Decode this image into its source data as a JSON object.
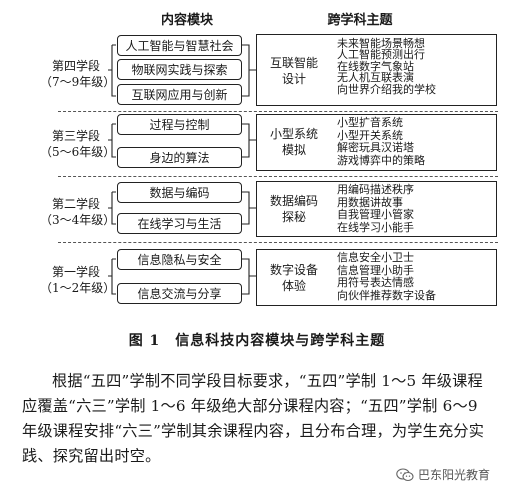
{
  "headers": {
    "modules": "内容模块",
    "themes": "跨学科主题"
  },
  "stages": [
    {
      "name": "第四学段",
      "grades": "（7～9年级）",
      "modules": [
        "人工智能与智慧社会",
        "物联网实践与探索",
        "互联网应用与创新"
      ],
      "theme_name": [
        "互联智能",
        "设计"
      ],
      "themes": [
        "未来智能场景畅想",
        "人工智能预测出行",
        "在线数字气象站",
        "无人机互联表演",
        "向世界介绍我的学校"
      ]
    },
    {
      "name": "第三学段",
      "grades": "（5～6年级）",
      "modules": [
        "过程与控制",
        "身边的算法"
      ],
      "theme_name": [
        "小型系统",
        "模拟"
      ],
      "themes": [
        "小型扩音系统",
        "小型开关系统",
        "解密玩具汉诺塔",
        "游戏博弈中的策略"
      ]
    },
    {
      "name": "第二学段",
      "grades": "（3～4年级）",
      "modules": [
        "数据与编码",
        "在线学习与生活"
      ],
      "theme_name": [
        "数据编码",
        "探秘"
      ],
      "themes": [
        "用编码描述秩序",
        "用数据讲故事",
        "自我管理小管家",
        "在线学习小能手"
      ]
    },
    {
      "name": "第一学段",
      "grades": "（1～2年级）",
      "modules": [
        "信息隐私与安全",
        "信息交流与分享"
      ],
      "theme_name": [
        "数字设备",
        "体验"
      ],
      "themes": [
        "信息安全小卫士",
        "信息管理小助手",
        "用符号表达情感",
        "向伙伴推荐数字设备"
      ]
    }
  ],
  "caption": "图 1　信息科技内容模块与跨学科主题",
  "paragraph": "根据“五四”学制不同学段目标要求，“五四”学制 1～5 年级课程应覆盖“六三”学制 1～6 年级绝大部分课程内容；“五四”学制 6～9 年级课程安排“六三”学制其余课程内容，且分布合理，为学生充分实践、探究留出时空。",
  "watermark": "巴东阳光教育",
  "watermark_icon": "wechat-icon"
}
